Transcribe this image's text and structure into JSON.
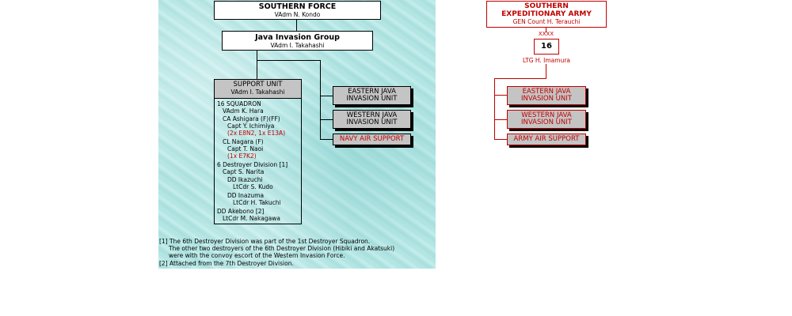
{
  "navy": {
    "southern_force": {
      "title": "SOUTHERN FORCE",
      "commander": "VAdm  N. Kondo"
    },
    "java_group": {
      "title": "Java Invasion Group",
      "commander": "VAdm  I. Takahashi"
    },
    "support_unit": {
      "title": "SUPPORT UNIT",
      "commander": "VAdm  I. Takahashi"
    },
    "eastern_unit": [
      "EASTERN JAVA",
      "INVASION UNIT"
    ],
    "western_unit": [
      "WESTERN JAVA",
      "INVASION UNIT"
    ],
    "air_support": "NAVY AIR SUPPORT",
    "detail": [
      "16 SQUADRON",
      "VAdm  K. Hara",
      "CA  Ashigara (F)(FF)",
      "Capt  Y. Ichimiya",
      "(2x E8N2, 1x E13A)",
      "CL Nagara (F)",
      "Capt  T. Naoi",
      "(1x E7K2)",
      "6 Destroyer Division [1]",
      "Capt  S. Narita",
      "DD  Ikazuchi",
      "LtCdr  S. Kudo",
      "DD  Inazuma",
      "LtCdr  H. Takuchi",
      "DD  Akebono [2]",
      "LtCdr  M. Nakagawa"
    ],
    "notes": [
      "[1] The 6th Destroyer Division was part of the 1st Destroyer Squadron.",
      "The other two destroyers of the 6th Destroyer Division (Hibiki and Akatsuki)",
      "were with the convoy escort of the Western Invasion Force.",
      "[2] Attached from the 7th Destroyer Division."
    ]
  },
  "army": {
    "title_line1": "SOUTHERN",
    "title_line2": "EXPEDITIONARY ARMY",
    "commander": "GEN  Count H. Terauchi",
    "symbol": "XXXX",
    "army_number": "16",
    "army_commander": "LTG  H. Imamura",
    "eastern_unit": [
      "EASTERN JAVA",
      "INVASION UNIT"
    ],
    "western_unit": [
      "WESTERN JAVA",
      "INVASION UNIT"
    ],
    "air_support": "ARMY AIR SUPPORT"
  },
  "colors": {
    "army_red": "#c00000",
    "panel_teal": "#b6e7e5",
    "unit_gray": "#c4c4c4"
  }
}
